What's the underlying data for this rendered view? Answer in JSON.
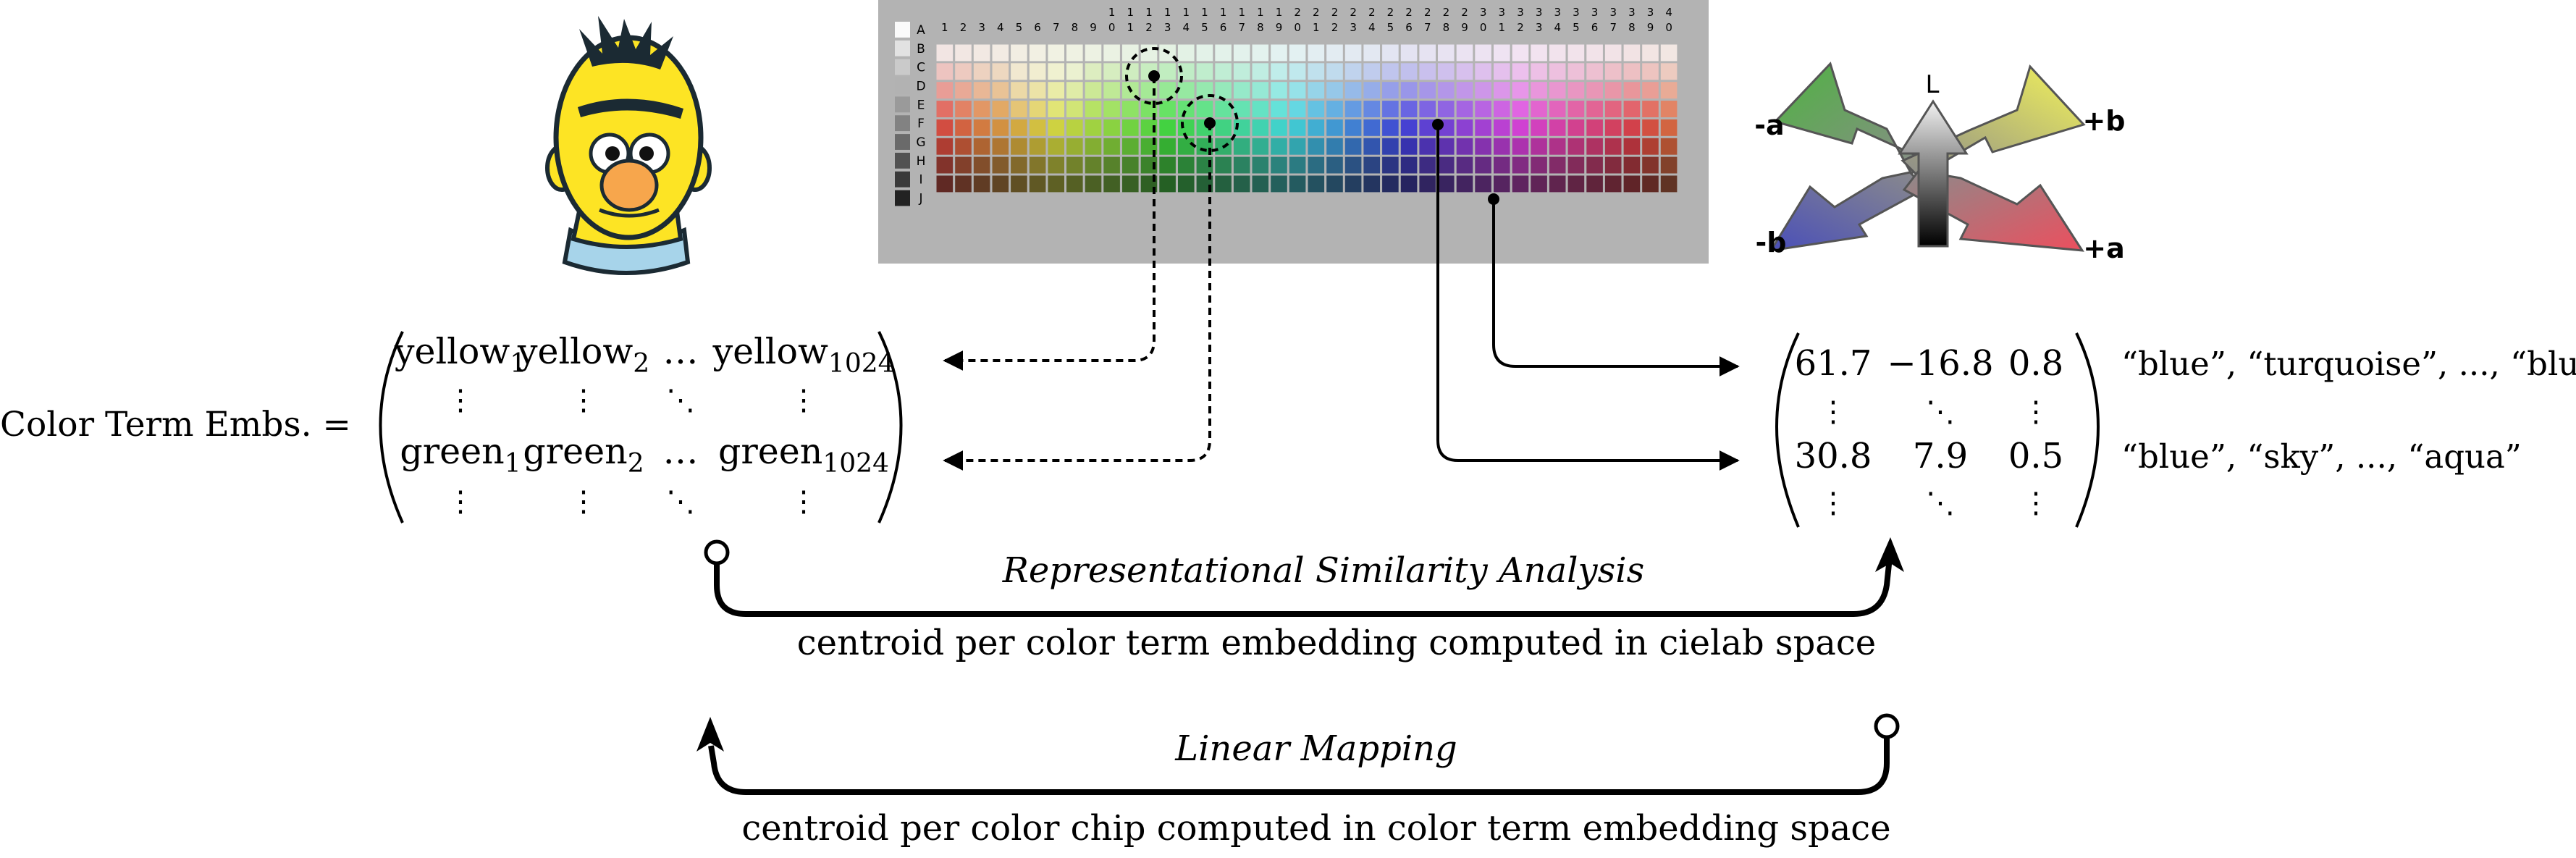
{
  "grid": {
    "row_labels": [
      "A",
      "B",
      "C",
      "D",
      "E",
      "F",
      "G",
      "H",
      "I",
      "J"
    ],
    "column_numbers": [
      "1",
      "2",
      "3",
      "4",
      "5",
      "6",
      "7",
      "8",
      "9",
      "10",
      "11",
      "12",
      "13",
      "14",
      "15",
      "16",
      "17",
      "18",
      "19",
      "20",
      "21",
      "22",
      "23",
      "24",
      "25",
      "26",
      "27",
      "28",
      "29",
      "30",
      "31",
      "32",
      "33",
      "34",
      "35",
      "36",
      "37",
      "38",
      "39",
      "40"
    ]
  },
  "lab_axes": {
    "L": "L",
    "minus_a": "-a",
    "plus_b": "+b",
    "minus_b": "-b",
    "plus_a": "+a"
  },
  "left_matrix": {
    "lhs": "Color Term Embs. =",
    "rows": [
      {
        "cells": [
          {
            "base": "yellow",
            "sub": "1"
          },
          {
            "base": "yellow",
            "sub": "2"
          },
          {
            "base": "…",
            "sub": ""
          },
          {
            "base": "yellow",
            "sub": "1024"
          }
        ]
      },
      {
        "cells": [
          {
            "base": "⋮",
            "sub": ""
          },
          {
            "base": "⋮",
            "sub": ""
          },
          {
            "base": "⋱",
            "sub": ""
          },
          {
            "base": "⋮",
            "sub": ""
          }
        ]
      },
      {
        "cells": [
          {
            "base": "green",
            "sub": "1"
          },
          {
            "base": "green",
            "sub": "2"
          },
          {
            "base": "…",
            "sub": ""
          },
          {
            "base": "green",
            "sub": "1024"
          }
        ]
      },
      {
        "cells": [
          {
            "base": "⋮",
            "sub": ""
          },
          {
            "base": "⋮",
            "sub": ""
          },
          {
            "base": "⋱",
            "sub": ""
          },
          {
            "base": "⋮",
            "sub": ""
          }
        ]
      }
    ]
  },
  "right_matrix": {
    "rows": [
      {
        "cells": [
          "61.7",
          "−16.8",
          "0.8"
        ]
      },
      {
        "cells": [
          "⋮",
          "⋱",
          "⋮"
        ]
      },
      {
        "cells": [
          "30.8",
          "7.9",
          "0.5"
        ]
      },
      {
        "cells": [
          "⋮",
          "⋱",
          "⋮"
        ]
      }
    ],
    "row_annotations": [
      "“blue”, “turquoise”, ..., “blue”",
      "“blue”, “sky”, ..., “aqua”"
    ]
  },
  "rsa": {
    "title": "Representational Similarity Analysis",
    "description": "centroid per color term embedding computed in cielab space"
  },
  "linear_mapping": {
    "title": "Linear Mapping",
    "description": "centroid per color chip computed in color term embedding space"
  },
  "colors": {
    "chart_background": "#b3b3b3",
    "arrow_line": "#000000",
    "bert_face": "#fde424",
    "bert_nose": "#f7a64c",
    "bert_hair": "#1b2a33",
    "bert_collar": "#a7d4ea"
  }
}
